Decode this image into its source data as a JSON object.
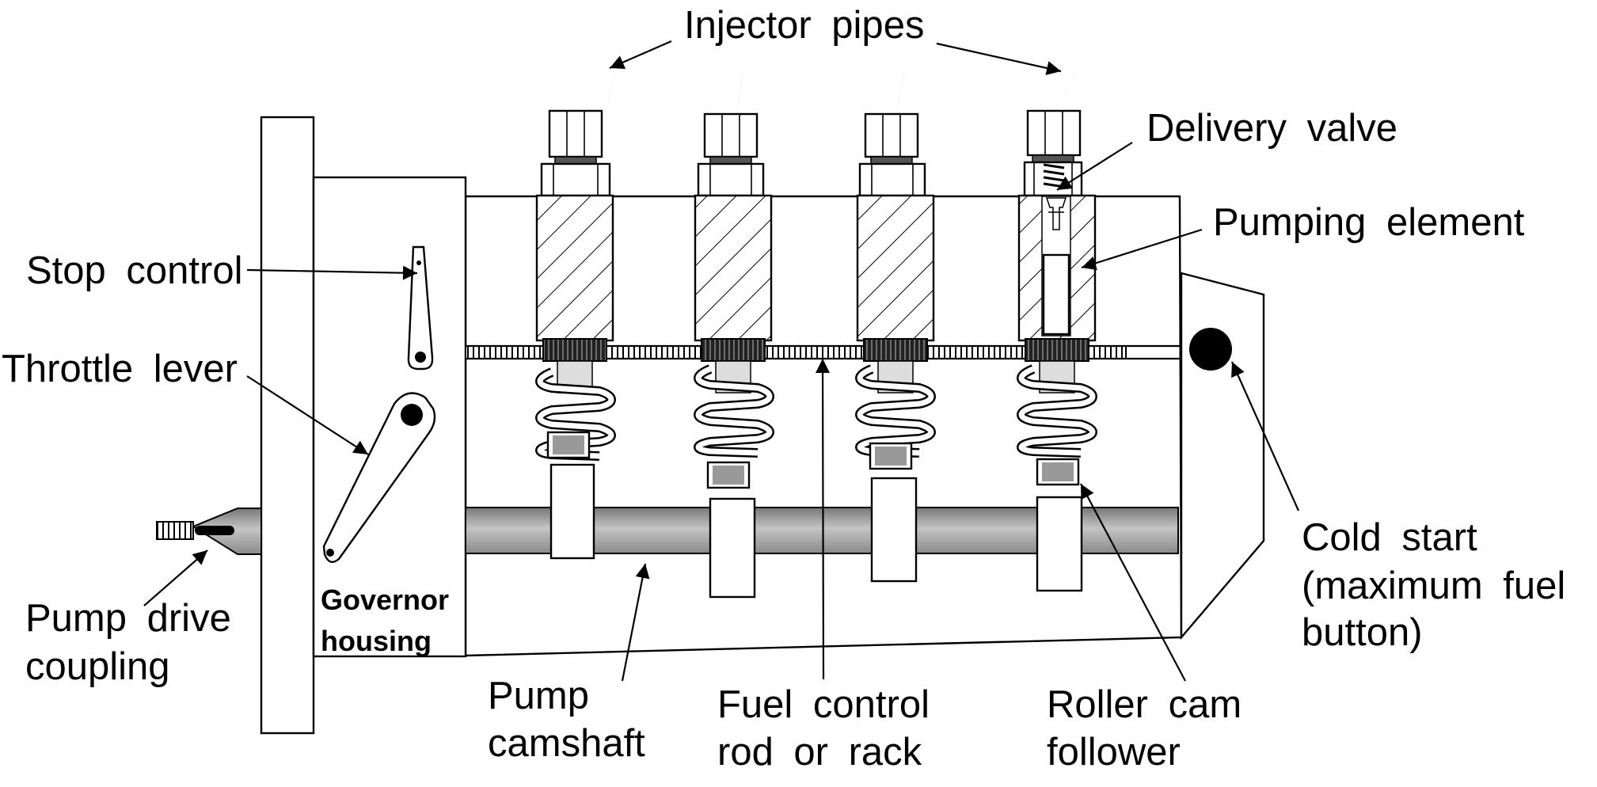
{
  "labels": {
    "injector_pipes": "Injector pipes",
    "delivery_valve": "Delivery valve",
    "pumping_element": "Pumping element",
    "stop_control": "Stop control",
    "throttle_lever": "Throttle lever",
    "governor_housing": [
      "Governor",
      "housing"
    ],
    "pump_drive_coupling": [
      "Pump drive",
      "coupling"
    ],
    "pump_camshaft": [
      "Pump",
      "camshaft"
    ],
    "fuel_control_rod": [
      "Fuel control",
      "rod or rack"
    ],
    "roller_cam_follower": [
      "Roller cam",
      "follower"
    ],
    "cold_start": [
      "Cold start",
      "(maximum fuel",
      "button)"
    ]
  }
}
